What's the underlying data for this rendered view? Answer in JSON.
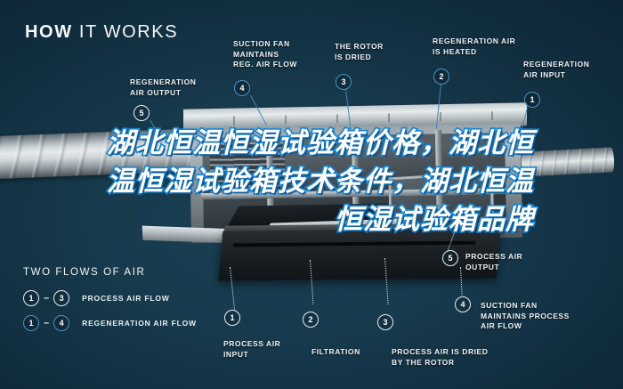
{
  "header": {
    "title_bold": "HOW",
    "title_light": "IT WORKS"
  },
  "callouts": [
    {
      "num": "1",
      "label": "REGENERATION\nAIR INPUT"
    },
    {
      "num": "2",
      "label": "REGENERATION AIR\nIS HEATED"
    },
    {
      "num": "3",
      "label": "THE ROTOR\nIS DRIED"
    },
    {
      "num": "4",
      "label": "SUCTION FAN\nMAINTAINS\nREG. AIR FLOW"
    },
    {
      "num": "5",
      "label": "REGENERATION\nAIR OUTPUT"
    },
    {
      "num": "1",
      "label": "PROCESS AIR\nINPUT"
    },
    {
      "num": "2",
      "label": "FILTRATION"
    },
    {
      "num": "3",
      "label": "PROCESS AIR IS DRIED\nBY THE ROTOR"
    },
    {
      "num": "4",
      "label": "SUCTION FAN\nMAINTAINS PROCESS\nAIR FLOW"
    },
    {
      "num": "5",
      "label": "PROCESS AIR\nOUTPUT"
    }
  ],
  "legend": {
    "title": "TWO FLOWS OF AIR",
    "rows": [
      {
        "from": "1",
        "dash": "–",
        "to": "3",
        "text": "PROCESS AIR FLOW",
        "style": "white"
      },
      {
        "from": "1",
        "dash": "–",
        "to": "4",
        "text": "REGENERATION AIR FLOW",
        "style": "blue"
      }
    ]
  },
  "overlay": {
    "text": "湖北恒温恒湿试验箱价格，湖北恒温恒湿试验箱技术条件，湖北恒温恒湿试验箱品牌"
  },
  "colors": {
    "background": "#123243",
    "accent_blue": "#1886d6",
    "marker_blue": "#4b93c4",
    "text_light": "#eef3f6"
  }
}
